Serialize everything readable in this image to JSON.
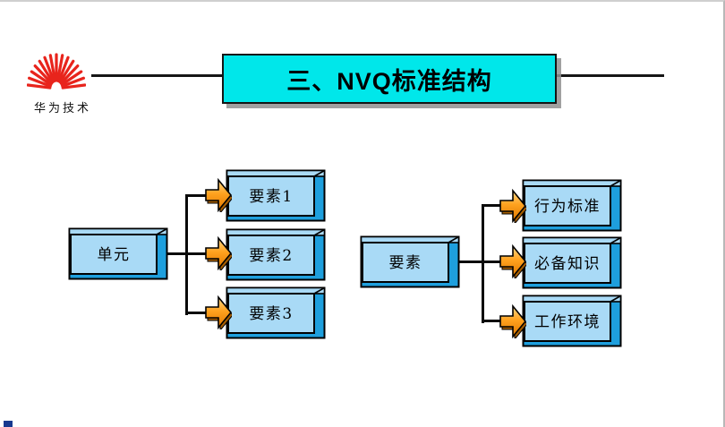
{
  "slide": {
    "brand": {
      "name": "华为技术"
    },
    "header": {
      "title": "三、NVQ标准结构"
    },
    "diagrams": [
      {
        "id": "left",
        "root": "单元",
        "children": [
          "要素1",
          "要素2",
          "要素3"
        ]
      },
      {
        "id": "right",
        "root": "要素",
        "children": [
          "行为标准",
          "必备知识",
          "工作环境"
        ]
      }
    ],
    "colors": {
      "banner_fill": "#00E7EA",
      "banner_shadow": "#919191",
      "node_face": "#A9DAF6",
      "node_side": "#1E9FDD",
      "arrow_light": "#FFD787",
      "arrow_mid": "#FFA21F",
      "arrow_dark": "#E07800",
      "arrow_extrude": "#A65E00",
      "logo_red": "#E8241C",
      "connector": "#0A0A0A"
    }
  }
}
